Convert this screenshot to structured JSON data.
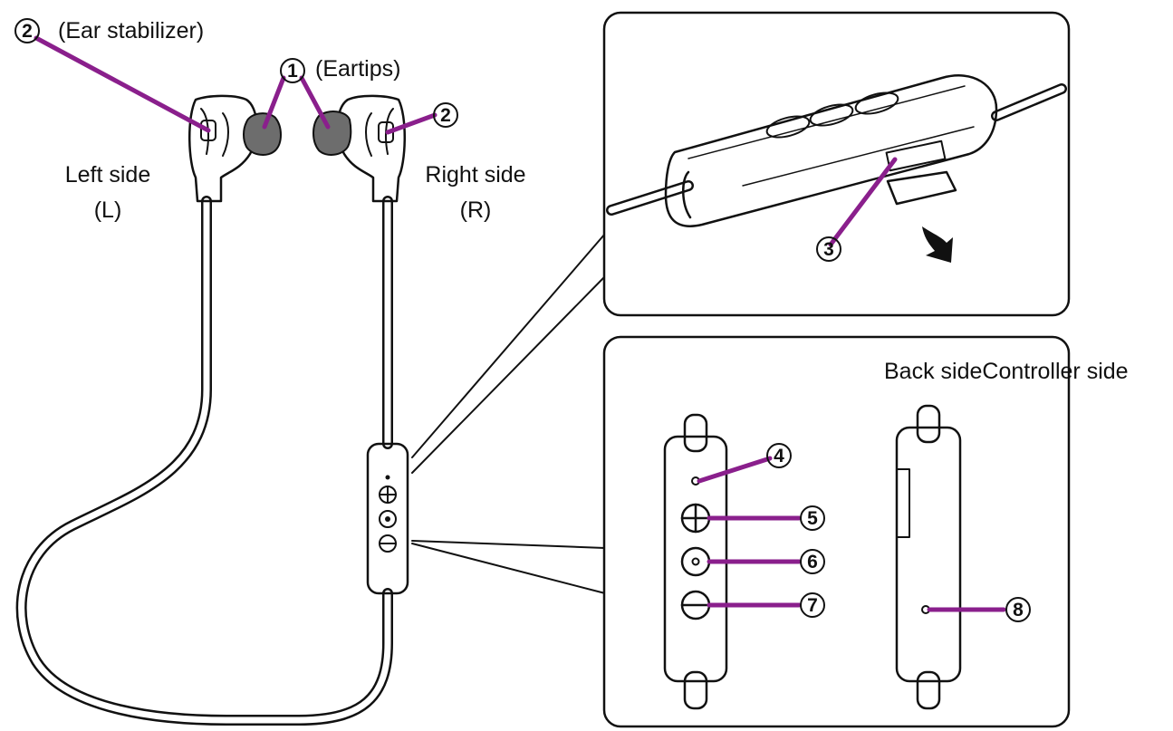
{
  "labels": {
    "ear_stabilizer": "(Ear stabilizer)",
    "eartips": "(Eartips)",
    "left_side": "Left side",
    "left_side_code": "(L)",
    "right_side": "Right side",
    "right_side_code": "(R)",
    "back_controller_header": "Back sideController side"
  },
  "callouts": [
    "1",
    "2",
    "2",
    "3",
    "4",
    "5",
    "6",
    "7",
    "8"
  ],
  "colors": {
    "leader": "#8a1f8c",
    "eartip": "#6d6d6d",
    "line": "#111111"
  }
}
